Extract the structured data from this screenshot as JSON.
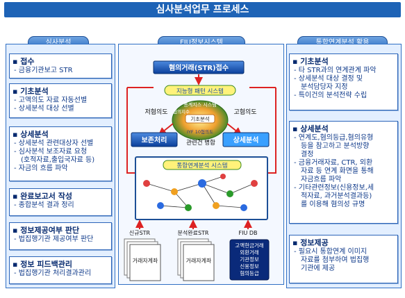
{
  "title": "심사분석업무 프로세스",
  "tabs": {
    "left": "심사분석",
    "center": "FIU정보시스템",
    "right": "통합연계분석 활용"
  },
  "left_sections": [
    {
      "heading": "접수",
      "items": [
        "금융기관보고 STR"
      ]
    },
    {
      "heading": "기초분석",
      "items": [
        "고액의도 자료 자동선별",
        "상세분석 대상 선별"
      ]
    },
    {
      "heading": "상세분석",
      "items": [
        "상세분석 관련대상자 선별",
        "심사분석 보조자료 요청",
        "(호적자료,출입국자료 등)",
        "자금의 흐름 파악"
      ]
    },
    {
      "heading": "완료보고서 작성",
      "items": [
        "종합분석 결과 정리"
      ]
    },
    {
      "heading": "정보제공여부 판단",
      "items": [
        "법집행기관 제공여부 판단"
      ]
    },
    {
      "heading": "정보 피드백관리",
      "items": [
        "법집행기관 처리결과관리"
      ]
    }
  ],
  "right_sections": [
    {
      "heading": "기초분석",
      "items": [
        "타 STR과의 연계관계 파악",
        "상세분석 대상 결정 및",
        "분석담당자 지정",
        "특이건의 분석전략 수립"
      ]
    },
    {
      "heading": "상세분석",
      "items": [
        "연계도,혐의등급,혐의유형",
        "등을 참고하고 분석방향",
        "결정",
        "금융거래자료, CTR, 외환",
        "자료 등 연계 화면을 통해",
        "자금흐름 파악",
        "기타관련정보(신용정보,세",
        "적자료, 과거분석결과등)",
        "를 이용해 혐의성 규명"
      ]
    },
    {
      "heading": "정보제공",
      "items": [
        "필요시 통합연계 이미지",
        "자료를 첨부하여 법집행",
        "기관에 제공"
      ]
    }
  ],
  "center": {
    "intake": "혐의거래(STR)접수",
    "support_system": "지능형 패턴 시스템",
    "hub_ring": "통계지스 시스템",
    "hub_core": "기초분석",
    "hub_left": "혐의지수",
    "hub_bottom": "IYF 10혐의도",
    "low": "저혐의도",
    "high": "고혐의도",
    "hold": "보존처리",
    "detail": "상세분석",
    "link": "관련건 병합",
    "network_system": "통합연계분석 시스템",
    "new_str": "신규STR",
    "done_str": "분석완료STR",
    "fiu_db": "FIU DB",
    "db_items": [
      "고액현금거래",
      "외환거래",
      "기관정보",
      "신용정보",
      "혐의등급"
    ],
    "doc_label": "거래자계좌"
  }
}
